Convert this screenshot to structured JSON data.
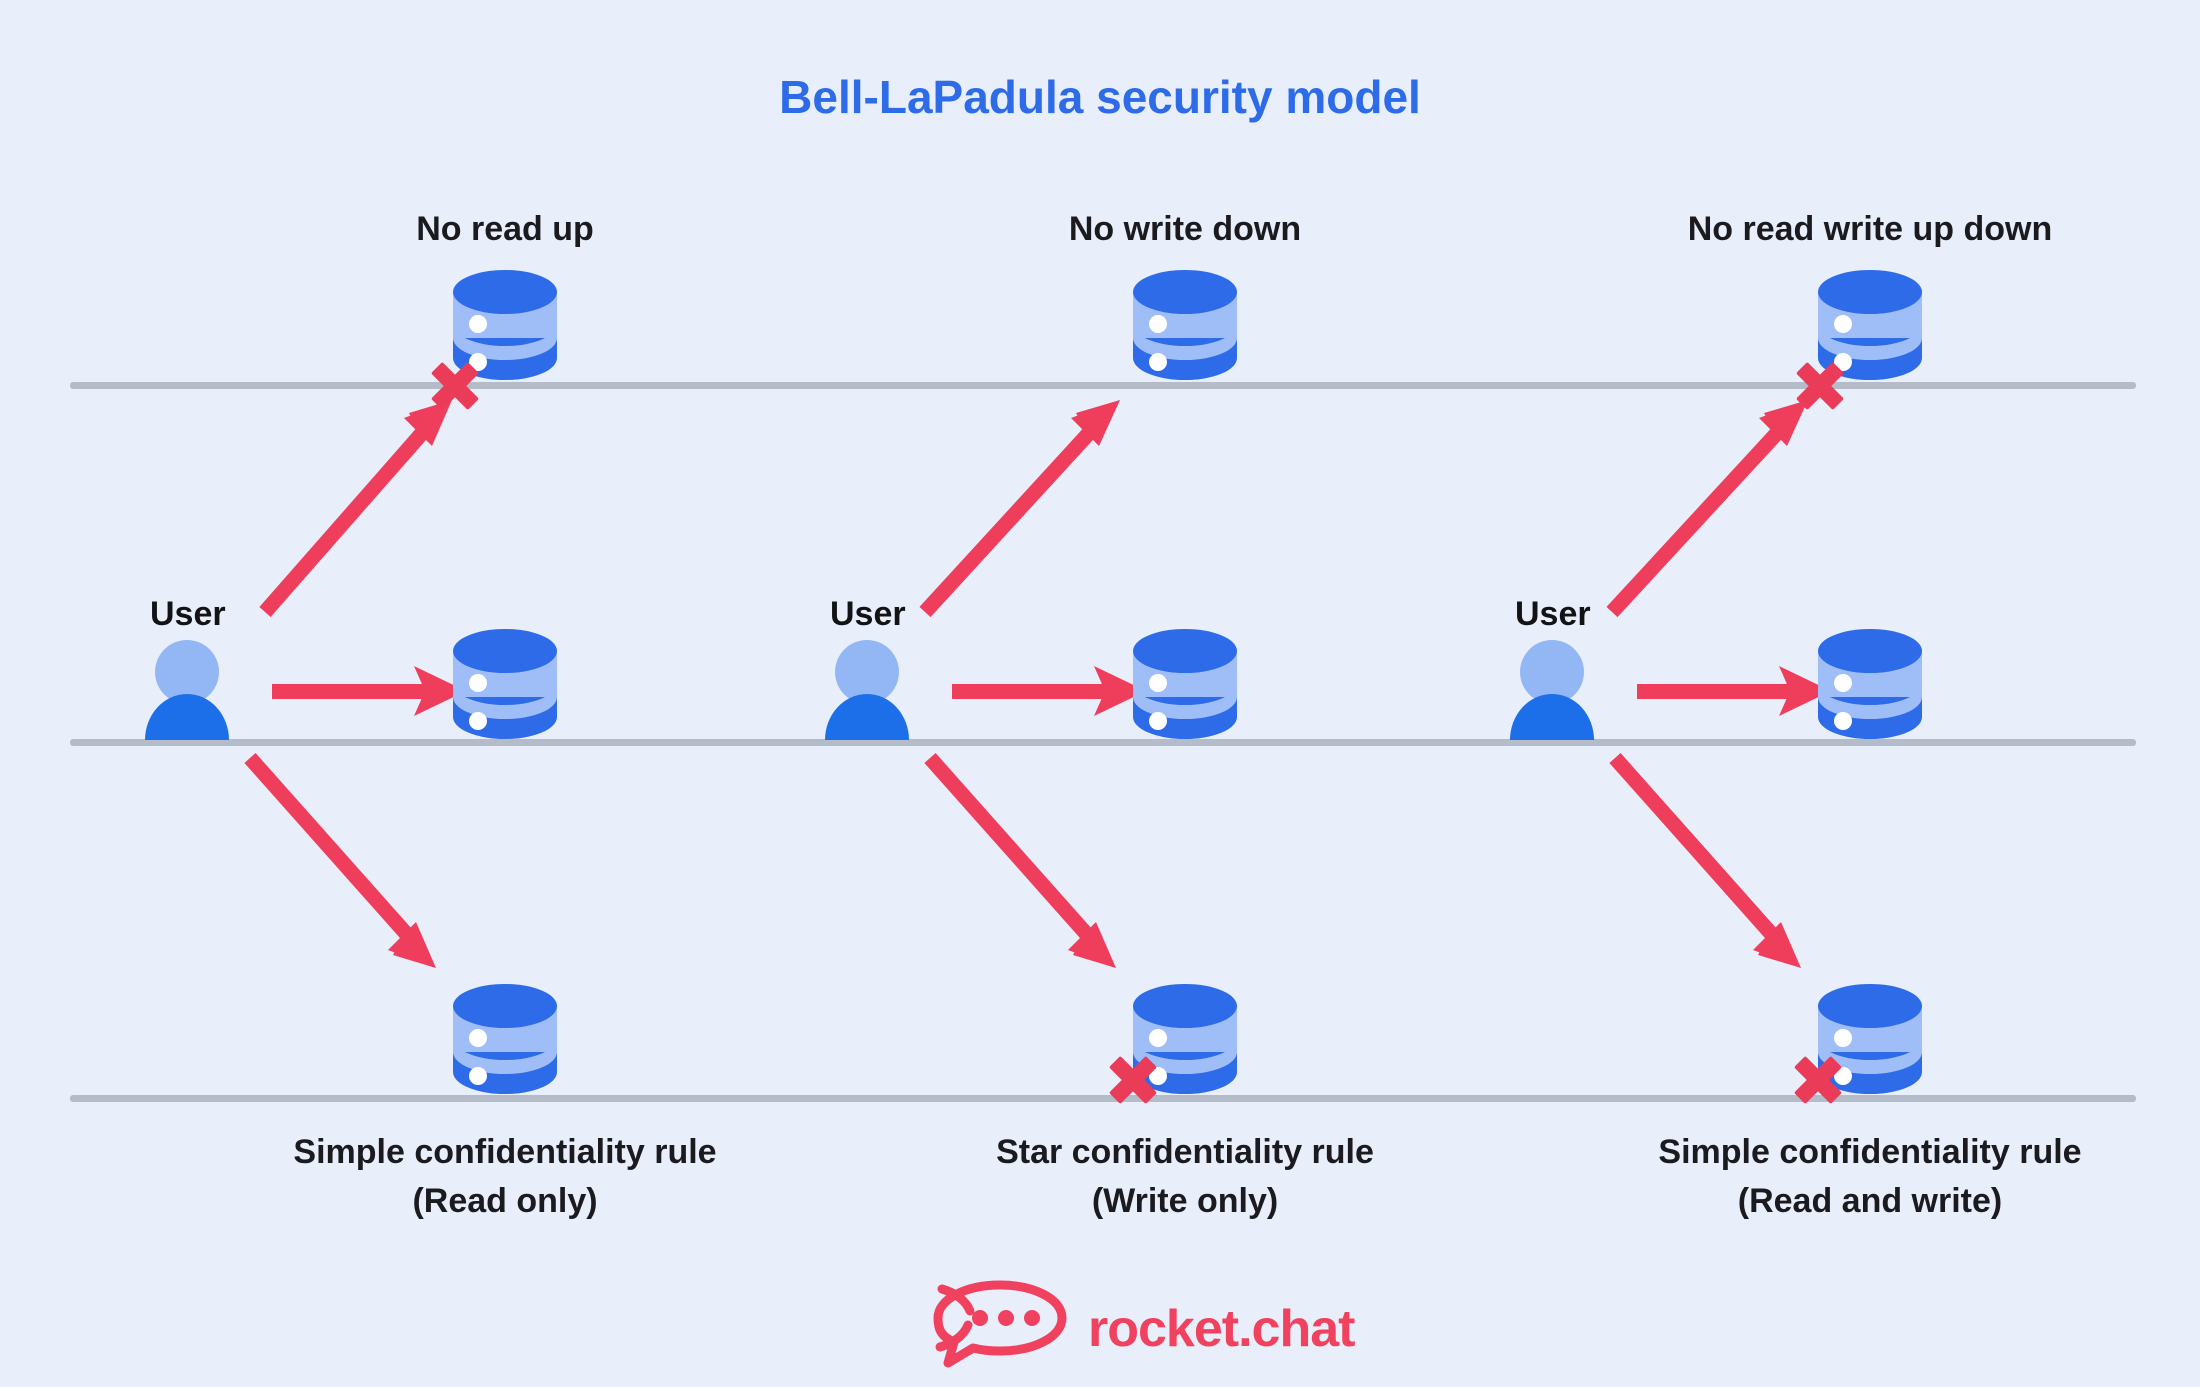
{
  "page": {
    "title": "Bell-LaPadula security model",
    "background_color": "#E8EFFB",
    "title_color": "#2D6BE8",
    "accent_red": "#F0415E",
    "db_dark_blue": "#2D6BE8",
    "db_light_blue": "#9FBEF7",
    "user_head_color": "#93B6F5",
    "user_body_color": "#1C6FE8",
    "line_color": "#B4BCC9",
    "label_color": "#1B1B1F"
  },
  "levels": [
    {
      "name": "upper-boundary-line"
    },
    {
      "name": "middle-boundary-line"
    },
    {
      "name": "lower-boundary-line"
    }
  ],
  "columns": [
    {
      "id": "simple-confidentiality-read-only",
      "top_label": "No read up",
      "user_label": "User",
      "bottom_label_line1": "Simple confidentiality rule",
      "bottom_label_line2": "(Read only)",
      "arrows": {
        "up": {
          "allowed": false,
          "blocked_mark": "x-mark"
        },
        "same": {
          "allowed": true
        },
        "down": {
          "allowed": true
        }
      }
    },
    {
      "id": "star-confidentiality-write-only",
      "top_label": "No write down",
      "user_label": "User",
      "bottom_label_line1": "Star confidentiality rule",
      "bottom_label_line2": "(Write only)",
      "arrows": {
        "up": {
          "allowed": true
        },
        "same": {
          "allowed": true
        },
        "down": {
          "allowed": false,
          "blocked_mark": "x-mark"
        }
      }
    },
    {
      "id": "strong-star-read-and-write",
      "top_label": "No read write up down",
      "user_label": "User",
      "bottom_label_line1": "Simple confidentiality rule",
      "bottom_label_line2": "(Read and write)",
      "arrows": {
        "up": {
          "allowed": false,
          "blocked_mark": "x-mark"
        },
        "same": {
          "allowed": true
        },
        "down": {
          "allowed": false,
          "blocked_mark": "x-mark"
        }
      }
    }
  ],
  "footer": {
    "brand_name": "rocket.chat",
    "logo_icon": "rocket-chat-balloon-icon"
  }
}
